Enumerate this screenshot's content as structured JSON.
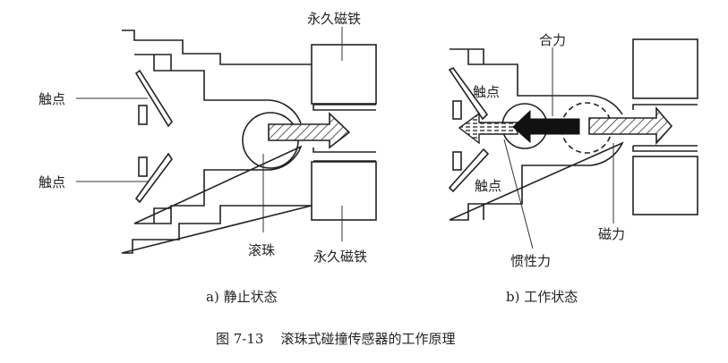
{
  "figure_a": {
    "caption": "a) 静止状态",
    "labels": {
      "contact_top": "触点",
      "contact_bottom": "触点",
      "ball": "滚珠",
      "magnet_top": "永久磁铁",
      "magnet_bottom": "永久磁铁"
    }
  },
  "figure_b": {
    "caption": "b) 工作状态",
    "labels": {
      "resultant_force": "合力",
      "contact_top": "触点",
      "contact_bottom": "触点",
      "inertial_force": "惯性力",
      "magnetic_force": "磁力"
    }
  },
  "figure_caption": "图 7-13    滚珠式碰撞传感器的工作原理"
}
